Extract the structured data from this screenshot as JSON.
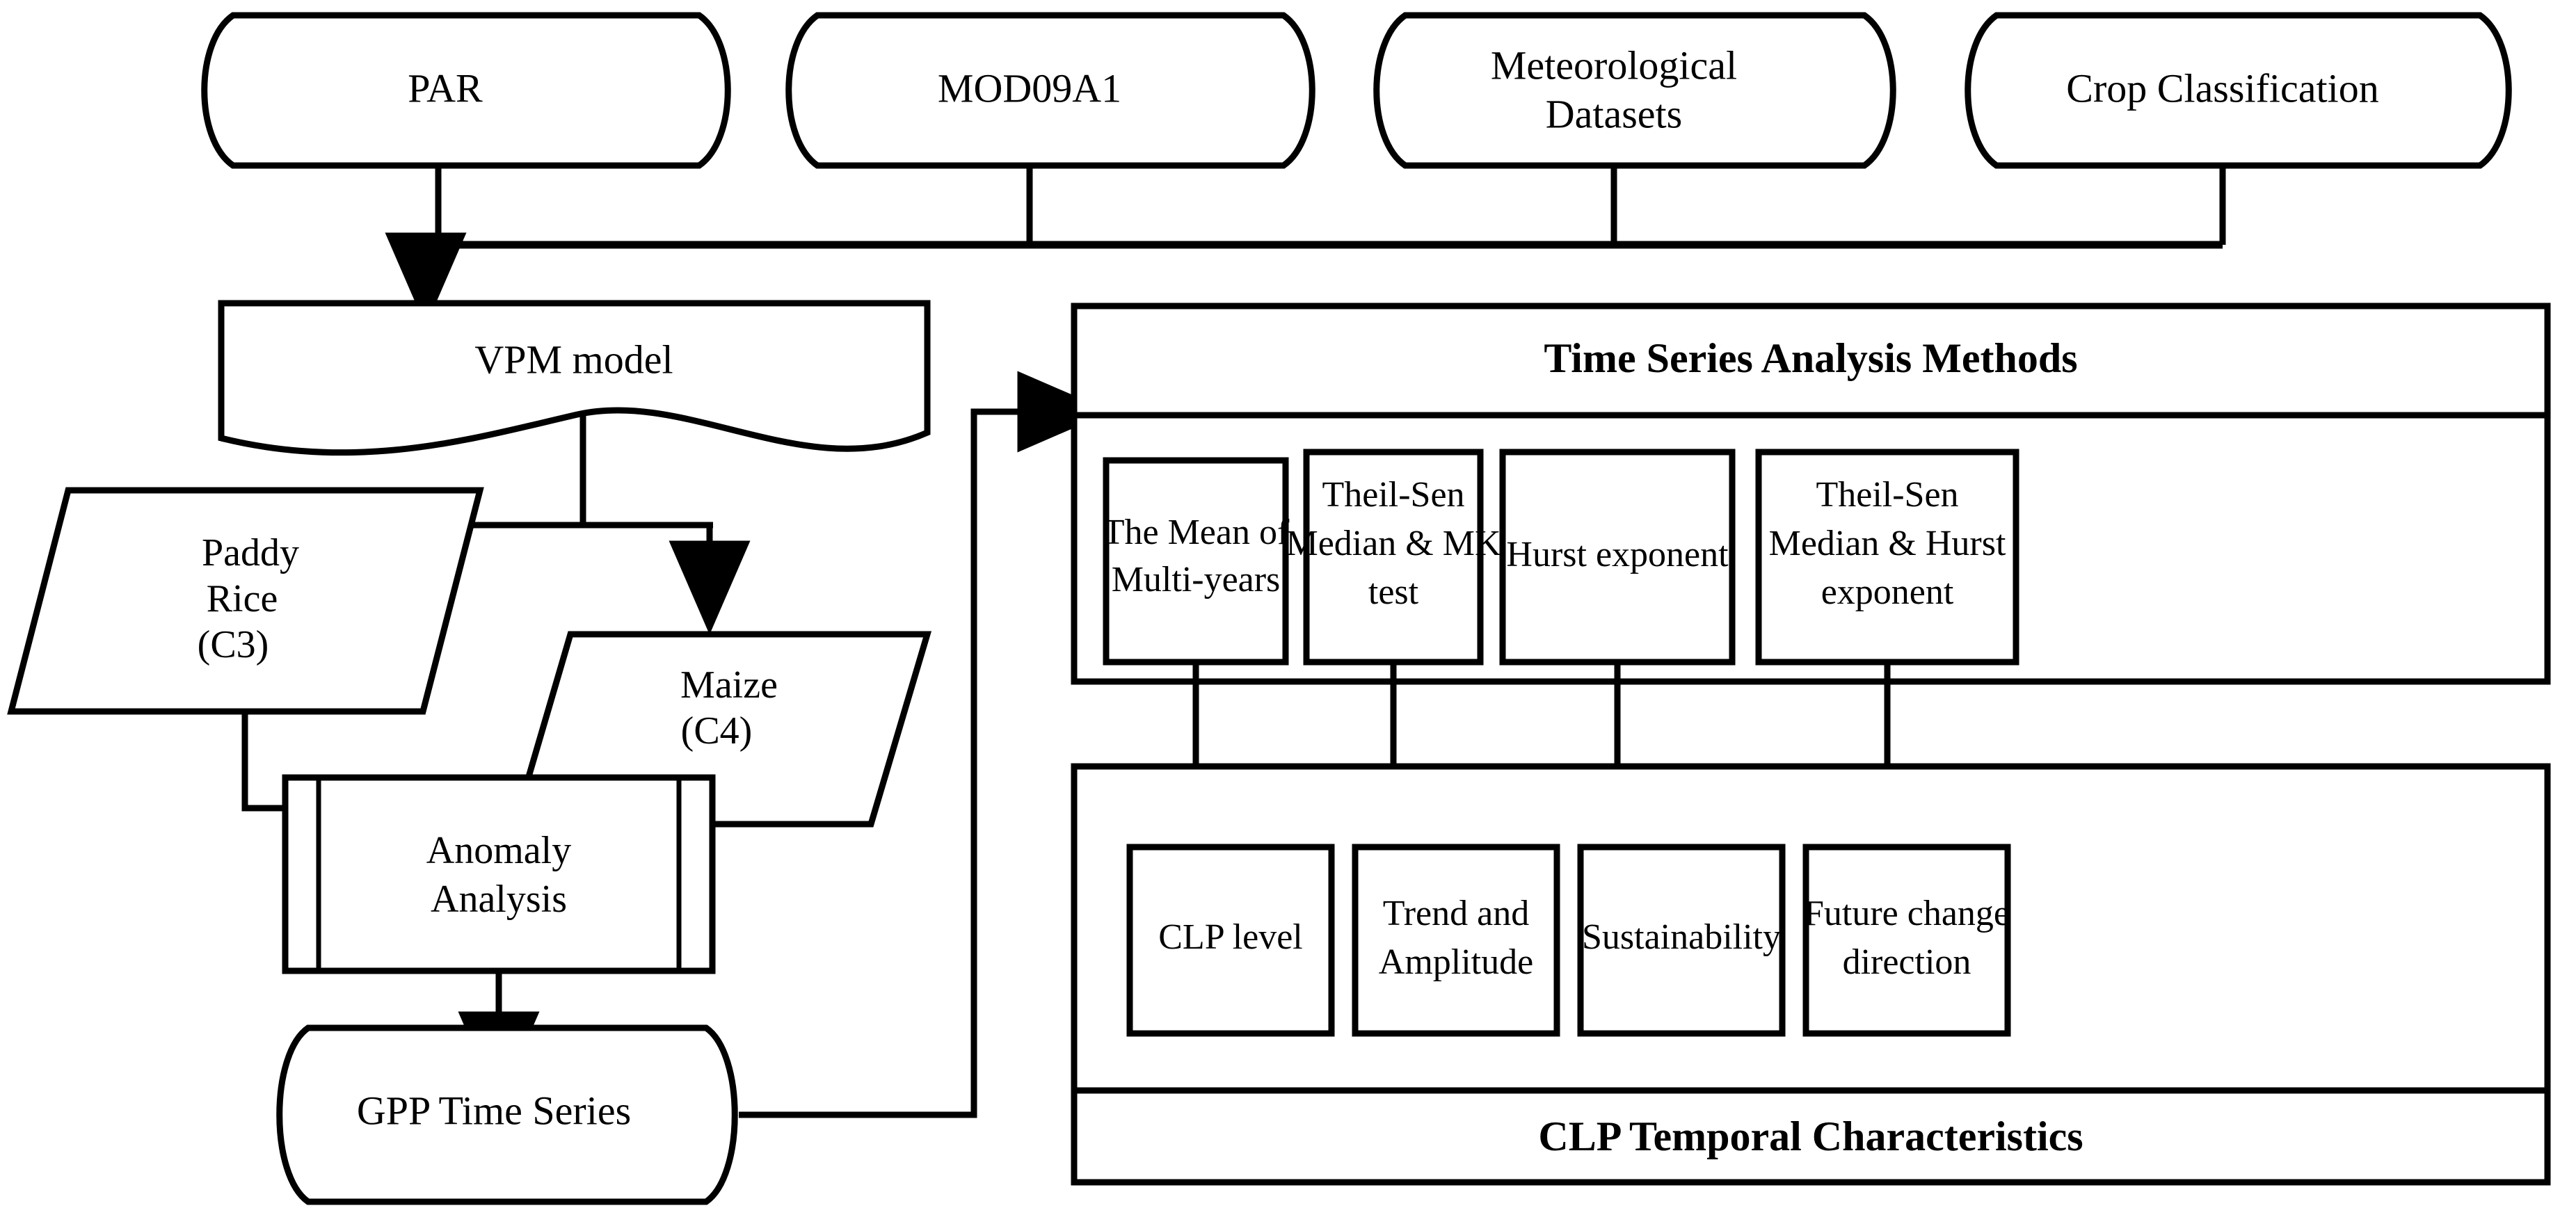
{
  "diagram": {
    "title": "GPP time series analysis workflow",
    "stroke_color": "#000000",
    "fill_color": "#ffffff",
    "background": "#ffffff"
  },
  "data_sources": [
    {
      "id": "par",
      "label": "PAR",
      "shape": "cylinder"
    },
    {
      "id": "mod",
      "label": "MOD09A1",
      "shape": "cylinder"
    },
    {
      "id": "meteo",
      "label": "Meteorological\nDatasets",
      "line1": "Meteorological",
      "line2": "Datasets",
      "shape": "cylinder"
    },
    {
      "id": "crop",
      "label": "Crop Classification",
      "shape": "cylinder"
    }
  ],
  "model": {
    "id": "vpm",
    "label": "VPM model",
    "shape": "document"
  },
  "crop_types": [
    {
      "id": "paddy",
      "line1": "Paddy",
      "line2": "Rice",
      "line3": "(C3)",
      "shape": "parallelogram"
    },
    {
      "id": "maize",
      "line1": "Maize",
      "line2": "(C4)",
      "line3": "",
      "shape": "parallelogram"
    }
  ],
  "anomaly": {
    "id": "anomaly",
    "line1": "Anomaly",
    "line2": "Analysis",
    "shape": "predefined-process"
  },
  "gpp": {
    "id": "gpp",
    "label": "GPP Time Series",
    "shape": "cylinder"
  },
  "methods_panel": {
    "title": "Time Series Analysis Methods",
    "boxes": [
      {
        "id": "mean",
        "line1": "The Mean of",
        "line2": "Multi-years",
        "line3": ""
      },
      {
        "id": "ts_mk",
        "line1": "Theil-Sen",
        "line2": "Median & MK",
        "line3": "test"
      },
      {
        "id": "hurst",
        "line1": "Hurst exponent",
        "line2": "",
        "line3": ""
      },
      {
        "id": "ts_h",
        "line1": "Theil-Sen",
        "line2": "Median & Hurst",
        "line3": "exponent"
      }
    ]
  },
  "results_panel": {
    "footer_title": "CLP Temporal Characteristics",
    "boxes": [
      {
        "id": "clp_level",
        "line1": "CLP level",
        "line2": "",
        "line3": ""
      },
      {
        "id": "trend",
        "line1": "Trend and",
        "line2": "Amplitude",
        "line3": ""
      },
      {
        "id": "sustain",
        "line1": "Sustainability",
        "line2": "",
        "line3": ""
      },
      {
        "id": "future",
        "line1": "Future change",
        "line2": "direction",
        "line3": ""
      }
    ]
  }
}
